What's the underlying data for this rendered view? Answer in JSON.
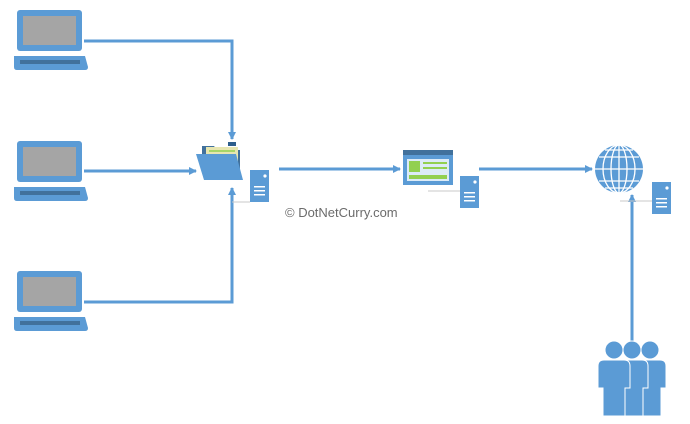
{
  "watermark": "© DotNetCurry.com",
  "colors": {
    "blue": "#5b9bd5",
    "blue_dark": "#41719c",
    "screen_gray": "#a5a5a5",
    "green": "#92d050",
    "folder_paper": "#e7e6b0"
  },
  "nodes": [
    {
      "id": "laptop-1",
      "icon": "laptop-icon"
    },
    {
      "id": "laptop-2",
      "icon": "laptop-icon"
    },
    {
      "id": "laptop-3",
      "icon": "laptop-icon"
    },
    {
      "id": "file-server",
      "icon": "folder-icon"
    },
    {
      "id": "web-app-server",
      "icon": "web-page-icon"
    },
    {
      "id": "internet-server",
      "icon": "globe-icon"
    },
    {
      "id": "users",
      "icon": "users-icon"
    }
  ],
  "connections": [
    {
      "from": "laptop-1",
      "to": "file-server"
    },
    {
      "from": "laptop-2",
      "to": "file-server"
    },
    {
      "from": "laptop-3",
      "to": "file-server"
    },
    {
      "from": "file-server",
      "to": "web-app-server"
    },
    {
      "from": "web-app-server",
      "to": "internet-server"
    },
    {
      "from": "users",
      "to": "internet-server"
    }
  ]
}
